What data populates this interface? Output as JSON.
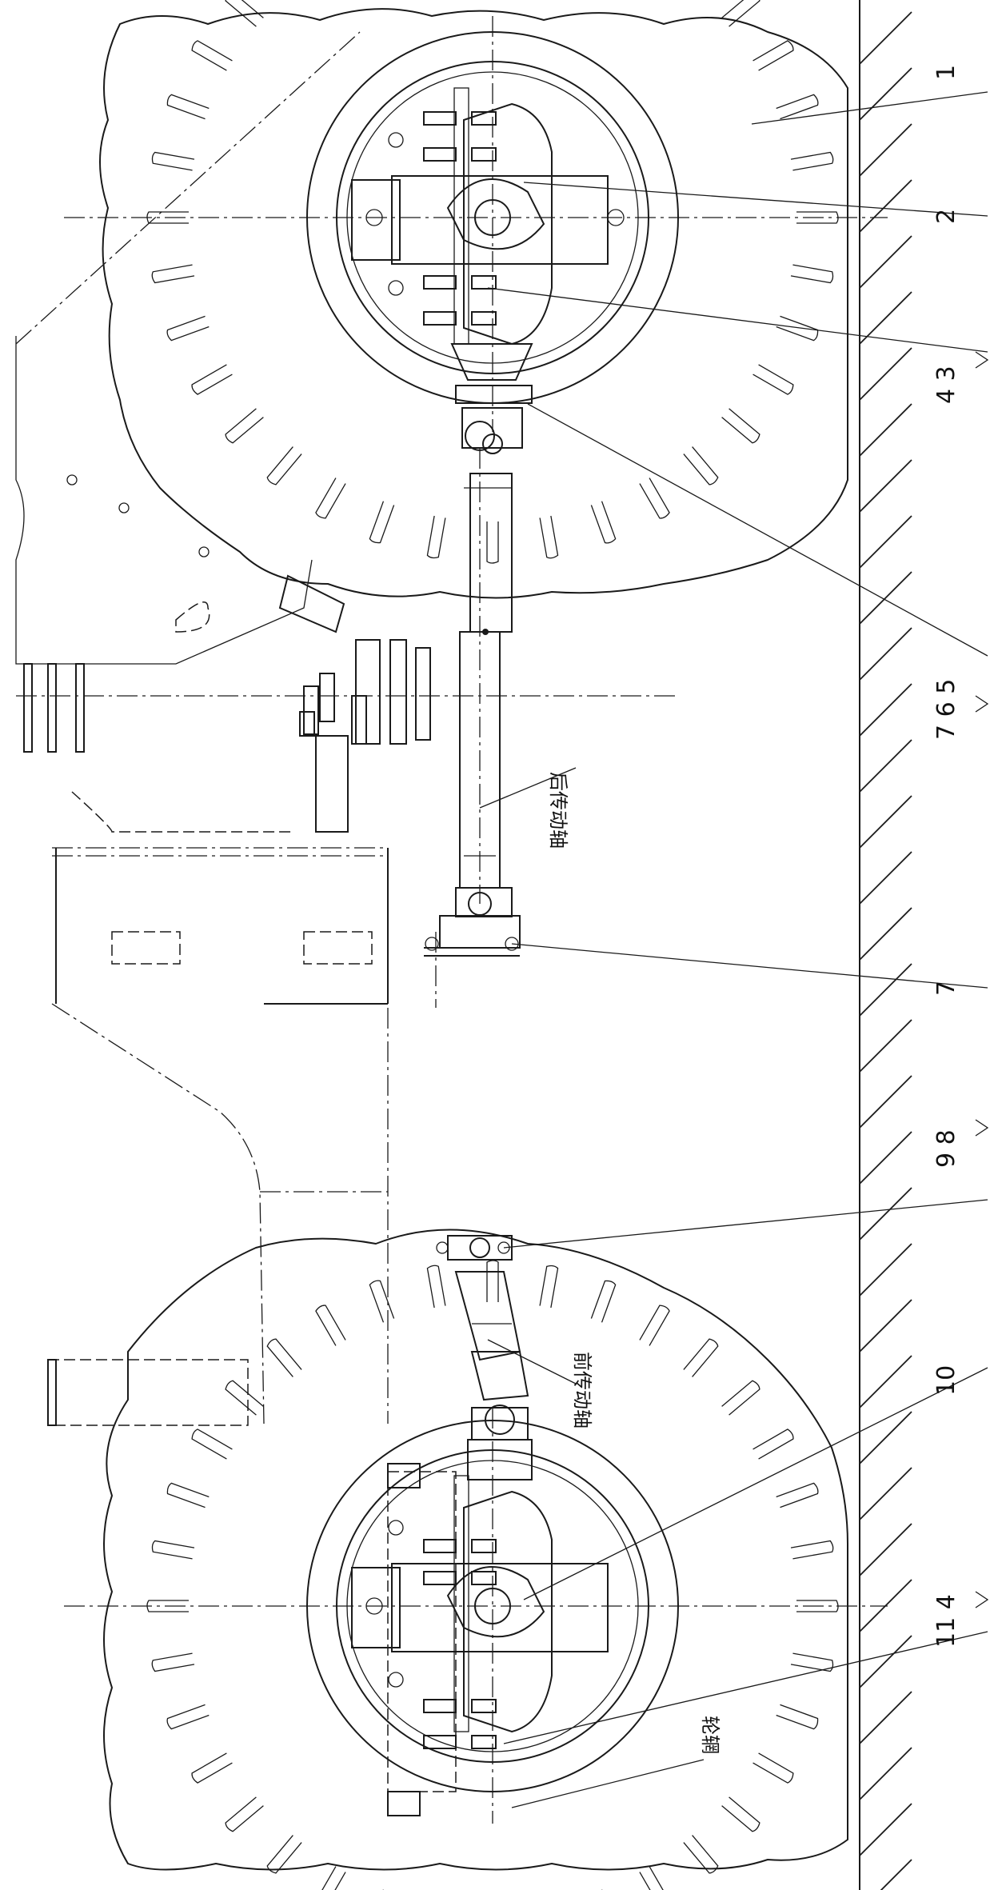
{
  "callouts": {
    "c1": "1",
    "c2": "2",
    "c3": "4 3",
    "c4": "7 6 5",
    "c5": "7",
    "c6": "9 8",
    "c7": "10",
    "c8": "11 4"
  },
  "labels": {
    "rear_shaft": "后传动轴",
    "front_shaft": "前传动轴",
    "rim": "轮辋"
  },
  "colors": {
    "line": "#1a1a1a",
    "paper": "#ffffff"
  }
}
